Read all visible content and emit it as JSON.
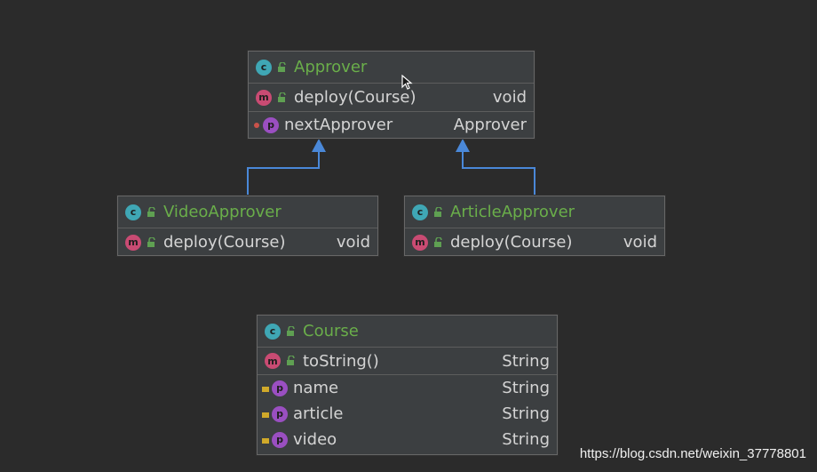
{
  "diagram": {
    "classes": [
      {
        "name": "Approver",
        "methods": [
          {
            "name": "deploy(Course)",
            "type": "void"
          }
        ],
        "fields": [
          {
            "name": "nextApprover",
            "type": "Approver"
          }
        ]
      },
      {
        "name": "VideoApprover",
        "methods": [
          {
            "name": "deploy(Course)",
            "type": "void"
          }
        ]
      },
      {
        "name": "ArticleApprover",
        "methods": [
          {
            "name": "deploy(Course)",
            "type": "void"
          }
        ]
      },
      {
        "name": "Course",
        "methods": [
          {
            "name": "toString()",
            "type": "String"
          }
        ],
        "fields": [
          {
            "name": "name",
            "type": "String"
          },
          {
            "name": "article",
            "type": "String"
          },
          {
            "name": "video",
            "type": "String"
          }
        ]
      }
    ],
    "relations": [
      {
        "from": "VideoApprover",
        "to": "Approver",
        "kind": "inheritance"
      },
      {
        "from": "ArticleApprover",
        "to": "Approver",
        "kind": "inheritance"
      }
    ],
    "icons": {
      "class": "class-icon",
      "method": "method-icon",
      "field": "field-icon",
      "public": "public-visibility-icon",
      "cursor": "mouse-cursor-icon"
    },
    "badge_letters": {
      "class": "c",
      "method": "m",
      "field": "p"
    },
    "colors": {
      "background": "#2b2b2b",
      "box": "#3c3f41",
      "class_name": "#6aae4a",
      "arrow": "#4a88d8",
      "class_badge": "#3fa7b5",
      "method_badge": "#c94b73",
      "field_badge": "#9a4fc1"
    }
  },
  "watermark": "https://blog.csdn.net/weixin_37778801"
}
